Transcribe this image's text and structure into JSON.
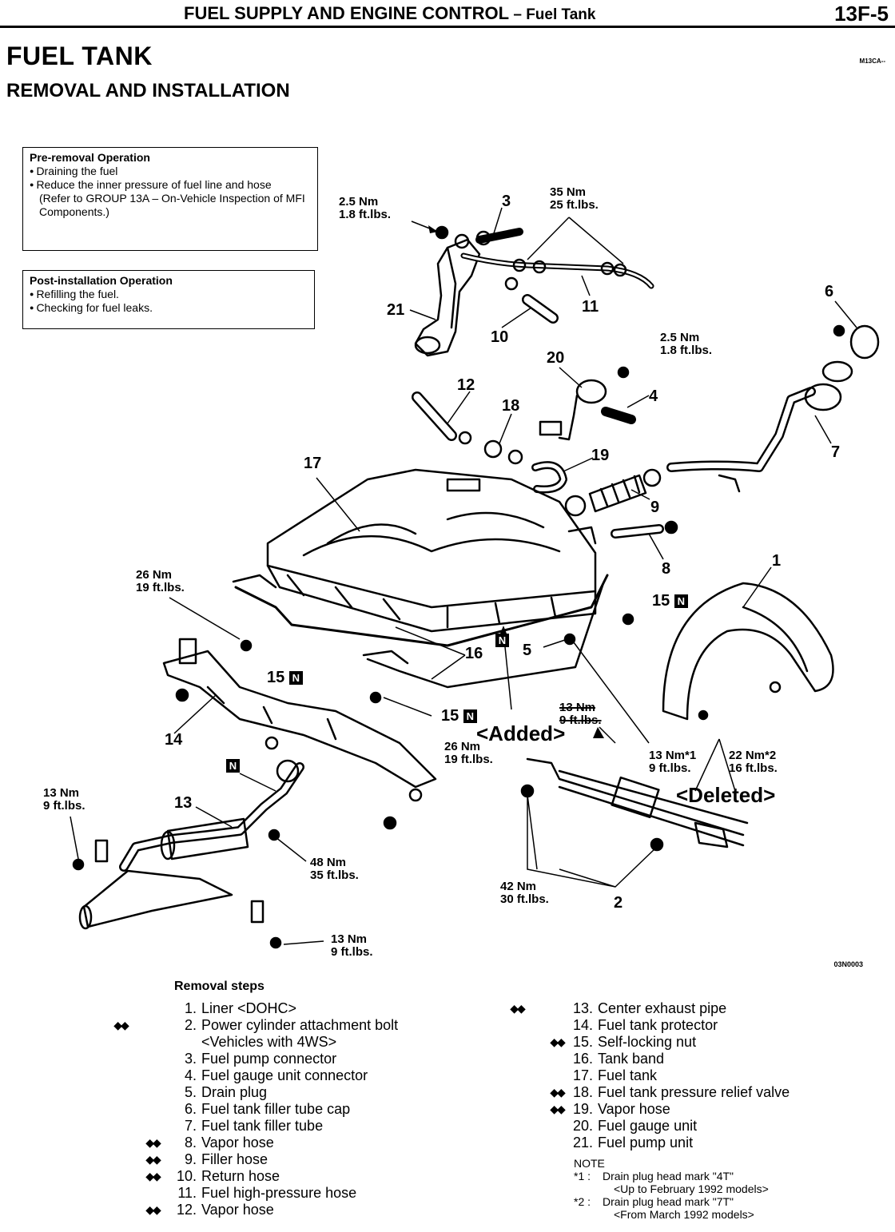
{
  "header": {
    "section_title": "FUEL SUPPLY AND ENGINE CONTROL",
    "section_sep": " – ",
    "section_sub": "Fuel Tank",
    "page_number": "13F-5"
  },
  "title": "FUEL TANK",
  "subtitle": "REMOVAL AND INSTALLATION",
  "doc_code": "M13CA--",
  "figure_id": "03N0003",
  "pre_removal": {
    "title": "Pre-removal Operation",
    "items": [
      "Draining the fuel",
      "Reduce the inner pressure of fuel line and hose"
    ],
    "reference": "(Refer to GROUP 13A – On-Vehicle Inspection of MFI Components.)"
  },
  "post_installation": {
    "title": "Post-installation Operation",
    "items": [
      "Refilling the fuel.",
      "Checking for fuel leaks."
    ]
  },
  "torques": {
    "t25_top_nm": "2.5 Nm",
    "t25_top_ft": "1.8 ft.lbs.",
    "t35_nm": "35 Nm",
    "t35_ft": "25 ft.lbs.",
    "t25_mid_nm": "2.5 Nm",
    "t25_mid_ft": "1.8 ft.lbs.",
    "t26_left_nm": "26 Nm",
    "t26_left_ft": "19 ft.lbs.",
    "t26_bottom_nm": "26 Nm",
    "t26_bottom_ft": "19 ft.lbs.",
    "t13_deleted_nm": "13 Nm",
    "t13_deleted_ft": "9 ft.lbs.",
    "t13_s1_nm": "13 Nm*1",
    "t13_s1_ft": "9 ft.lbs.",
    "t22_s2_nm": "22 Nm*2",
    "t22_s2_ft": "16 ft.lbs.",
    "t13_left_nm": "13 Nm",
    "t13_left_ft": "9 ft.lbs.",
    "t48_nm": "48 Nm",
    "t48_ft": "35 ft.lbs.",
    "t42_nm": "42 Nm",
    "t42_ft": "30 ft.lbs.",
    "t13_bottom_nm": "13 Nm",
    "t13_bottom_ft": "9 ft.lbs."
  },
  "callouts": {
    "c1": "1",
    "c2": "2",
    "c3": "3",
    "c4": "4",
    "c5": "5",
    "c6": "6",
    "c7": "7",
    "c8": "8",
    "c9": "9",
    "c10": "10",
    "c11": "11",
    "c12": "12",
    "c13": "13",
    "c14": "14",
    "c15": "15",
    "c16": "16",
    "c17": "17",
    "c18": "18",
    "c19": "19",
    "c20": "20",
    "c21": "21",
    "n_mark": "N"
  },
  "annotations": {
    "added": "<Added>",
    "deleted": "<Deleted>"
  },
  "removal_steps": {
    "title": "Removal steps",
    "mark": "◆◆",
    "mark_pair": "◆◆",
    "left": [
      {
        "n": "1.",
        "text": "Liner <DOHC>"
      },
      {
        "n": "2.",
        "text": "Power cylinder attachment bolt",
        "text2": "<Vehicles with 4WS>"
      },
      {
        "n": "3.",
        "text": "Fuel pump connector"
      },
      {
        "n": "4.",
        "text": "Fuel gauge unit connector"
      },
      {
        "n": "5.",
        "text": "Drain plug"
      },
      {
        "n": "6.",
        "text": "Fuel tank filler tube cap"
      },
      {
        "n": "7.",
        "text": "Fuel tank filler tube"
      },
      {
        "n": "8.",
        "text": "Vapor hose"
      },
      {
        "n": "9.",
        "text": "Filler hose"
      },
      {
        "n": "10.",
        "text": "Return hose"
      },
      {
        "n": "11.",
        "text": "Fuel high-pressure hose"
      },
      {
        "n": "12.",
        "text": "Vapor hose"
      }
    ],
    "right": [
      {
        "n": "13.",
        "text": "Center exhaust pipe"
      },
      {
        "n": "14.",
        "text": "Fuel tank protector"
      },
      {
        "n": "15.",
        "text": "Self-locking nut"
      },
      {
        "n": "16.",
        "text": "Tank band"
      },
      {
        "n": "17.",
        "text": "Fuel tank"
      },
      {
        "n": "18.",
        "text": "Fuel tank pressure relief valve"
      },
      {
        "n": "19.",
        "text": "Vapor hose"
      },
      {
        "n": "20.",
        "text": "Fuel gauge unit"
      },
      {
        "n": "21.",
        "text": "Fuel pump unit"
      }
    ]
  },
  "notes": {
    "title": "NOTE",
    "n1_mark": "*1 :",
    "n1_line1": "Drain plug head mark \"4T\"",
    "n1_line2": "<Up to February 1992 models>",
    "n2_mark": "*2 :",
    "n2_line1": "Drain plug head mark \"7T\"",
    "n2_line2": "<From March 1992 models>"
  }
}
